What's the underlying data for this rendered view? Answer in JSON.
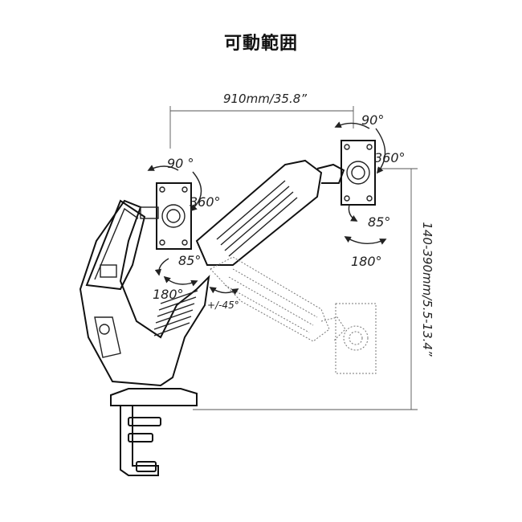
{
  "title": "可動範囲",
  "labels": {
    "width_dim": "910mm/35.8”",
    "height_dim": "140-390mm/5.5-13.4”",
    "right_rot_90": "90°",
    "right_rot_360": "360°",
    "right_tilt_85": "85°",
    "right_swivel_180": "180°",
    "left_rot_90": "90 °",
    "left_rot_360": "360°",
    "left_tilt_85": "85°",
    "left_swivel_180": "180°",
    "pivot_45": "+/-45°"
  },
  "colors": {
    "ink": "#222222",
    "ghost": "#777777"
  }
}
